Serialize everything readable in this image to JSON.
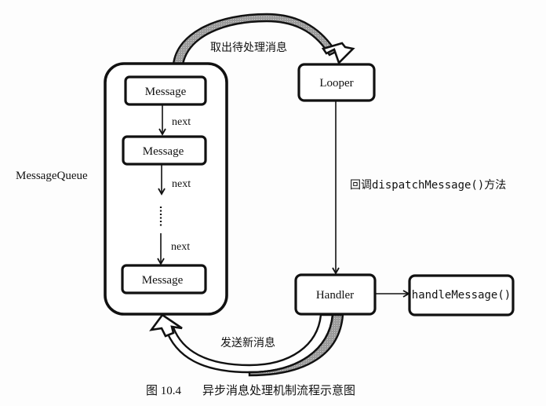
{
  "diagram": {
    "message_queue": {
      "label": "MessageQueue",
      "messages": [
        "Message",
        "Message",
        "Message"
      ],
      "next_labels": [
        "next",
        "next",
        "next"
      ],
      "ellipsis": "⋮"
    },
    "looper": {
      "label": "Looper"
    },
    "handler": {
      "label": "Handler"
    },
    "handle_message": {
      "label": "handleMessage()"
    },
    "edges": {
      "take_message": "取出待处理消息",
      "dispatch": "回调dispatchMessage()方法",
      "send_message": "发送新消息"
    },
    "caption": {
      "number": "图 10.4",
      "title": "异步消息处理机制流程示意图"
    }
  }
}
